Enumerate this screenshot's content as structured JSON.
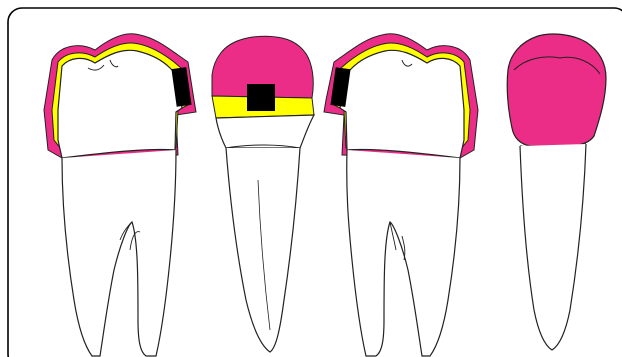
{
  "figure": {
    "views": [
      {
        "id": "view-1",
        "has_yellow_layer": true,
        "has_black_marker": true
      },
      {
        "id": "view-2",
        "has_yellow_layer": true,
        "has_black_marker": true
      },
      {
        "id": "view-3",
        "has_yellow_layer": true,
        "has_black_marker": true
      },
      {
        "id": "view-4",
        "has_yellow_layer": false,
        "has_black_marker": false
      }
    ]
  },
  "colors": {
    "frame": "#000000",
    "tooth_fill": "#ffffff",
    "outline": "#222222",
    "pink_layer": "#ec2d87",
    "yellow_layer": "#ffff00",
    "marker": "#000000"
  }
}
